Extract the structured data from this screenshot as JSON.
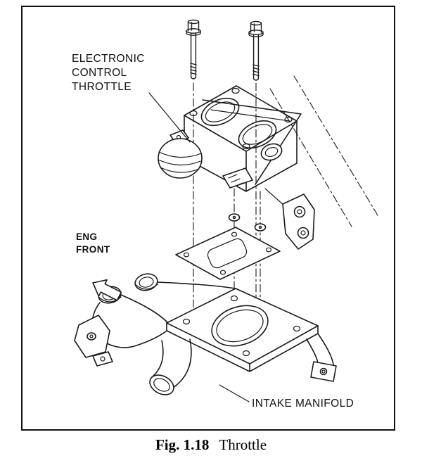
{
  "colors": {
    "ink": "#1a1a1a",
    "paper": "#ffffff"
  },
  "figure": {
    "callouts": {
      "throttle_line1": "ELECTRONIC",
      "throttle_line2": "CONTROL",
      "throttle_line3": "THROTTLE",
      "eng_front_line1": "ENG",
      "eng_front_line2": "FRONT",
      "intake_manifold": "INTAKE MANIFOLD"
    },
    "icons": {
      "eng_front_arrow": "block-arrow-down-left"
    }
  },
  "caption": {
    "fig_number": "Fig. 1.18",
    "title": "Throttle"
  }
}
